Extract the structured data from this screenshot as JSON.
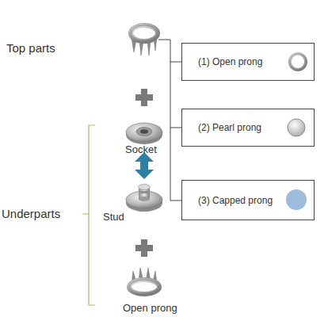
{
  "diagram": {
    "nodes": [
      {
        "text": [
          "(1) Open prong"
        ]
      },
      {
        "text": [
          "(2) Pearl prong"
        ]
      },
      {
        "text": [
          "(3) Capped prong"
        ]
      }
    ],
    "labels": [
      "Top parts",
      "Socket",
      "Underparts",
      "Stud",
      "Open prong"
    ]
  }
}
